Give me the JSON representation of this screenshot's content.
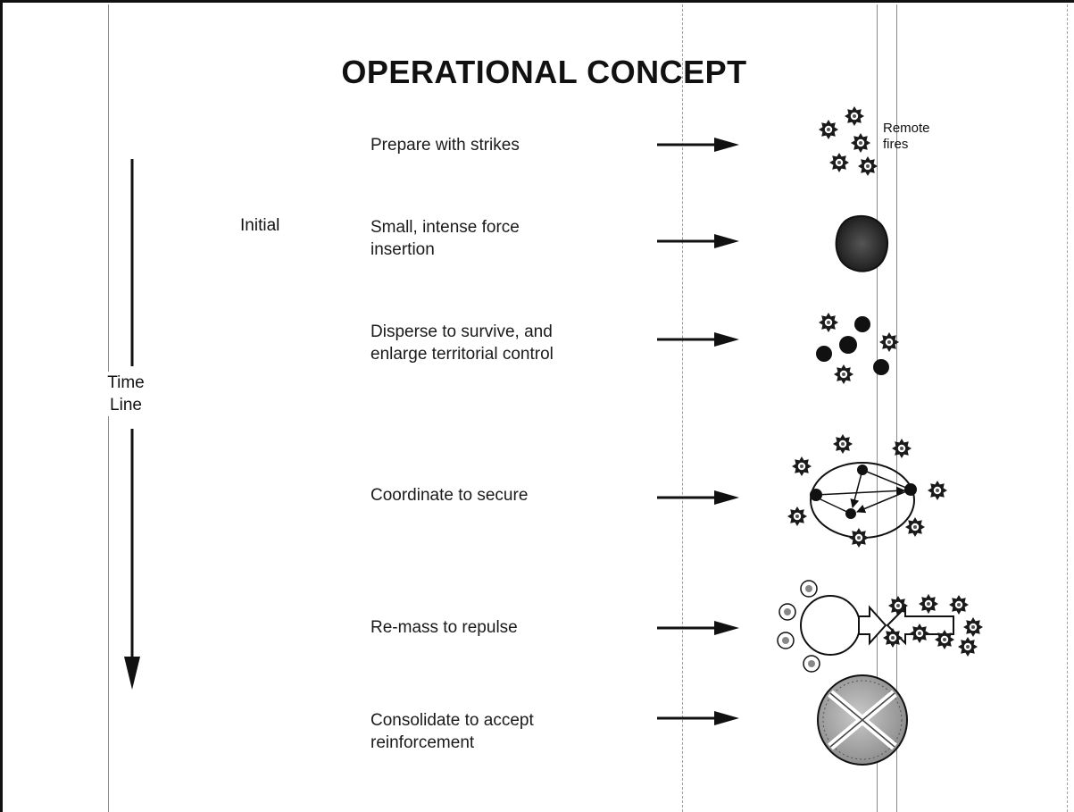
{
  "title": "OPERATIONAL CONCEPT",
  "timeline": {
    "line1": "Time",
    "line2": "Line"
  },
  "phase_label": "Initial",
  "steps": [
    {
      "line1": "Prepare with strikes",
      "line2": "",
      "icon": "remote-fires-icon"
    },
    {
      "line1": "Small, intense force",
      "line2": "insertion",
      "icon": "insertion-force-icon"
    },
    {
      "line1": "Disperse to survive, and",
      "line2": "enlarge territorial control",
      "icon": "disperse-icon"
    },
    {
      "line1": "Coordinate to secure",
      "line2": "",
      "icon": "coordinate-icon"
    },
    {
      "line1": "Re-mass to repulse",
      "line2": "",
      "icon": "remass-icon"
    },
    {
      "line1": "Consolidate to accept",
      "line2": "reinforcement",
      "icon": "consolidate-icon"
    }
  ],
  "remote_fires_label": {
    "line1": "Remote",
    "line2": "fires"
  }
}
